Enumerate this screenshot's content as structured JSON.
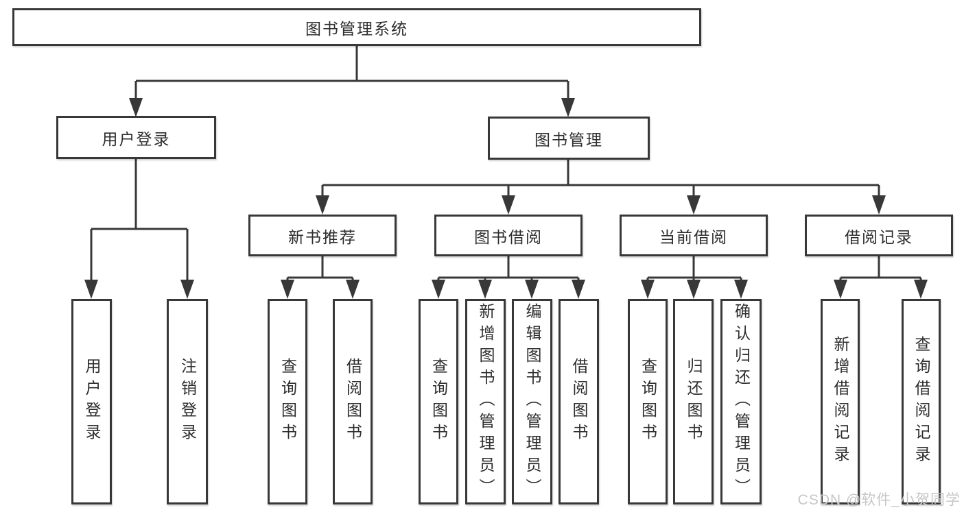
{
  "diagram": {
    "root": {
      "label": "图书管理系统"
    },
    "branches": [
      {
        "label": "用户登录",
        "children": [
          "用户登录",
          "注销登录"
        ]
      },
      {
        "label": "图书管理"
      }
    ],
    "modules": [
      {
        "label": "新书推荐",
        "children": [
          "查询图书",
          "借阅图书"
        ]
      },
      {
        "label": "图书借阅",
        "children": [
          "查询图书",
          "新增图书（管理员）",
          "编辑图书（管理员）",
          "借阅图书"
        ]
      },
      {
        "label": "当前借阅",
        "children": [
          "查询图书",
          "归还图书",
          "确认归还（管理员）"
        ]
      },
      {
        "label": "借阅记录",
        "children": [
          "新增借阅记录",
          "查询借阅记录"
        ]
      }
    ]
  },
  "watermark": "CSDN @软件_小贺同学",
  "colors": {
    "line": "#383838",
    "text": "#2e2e2e",
    "box_fill": "#ffffff",
    "background": "#ffffff",
    "watermark": "#c6c6c6"
  }
}
